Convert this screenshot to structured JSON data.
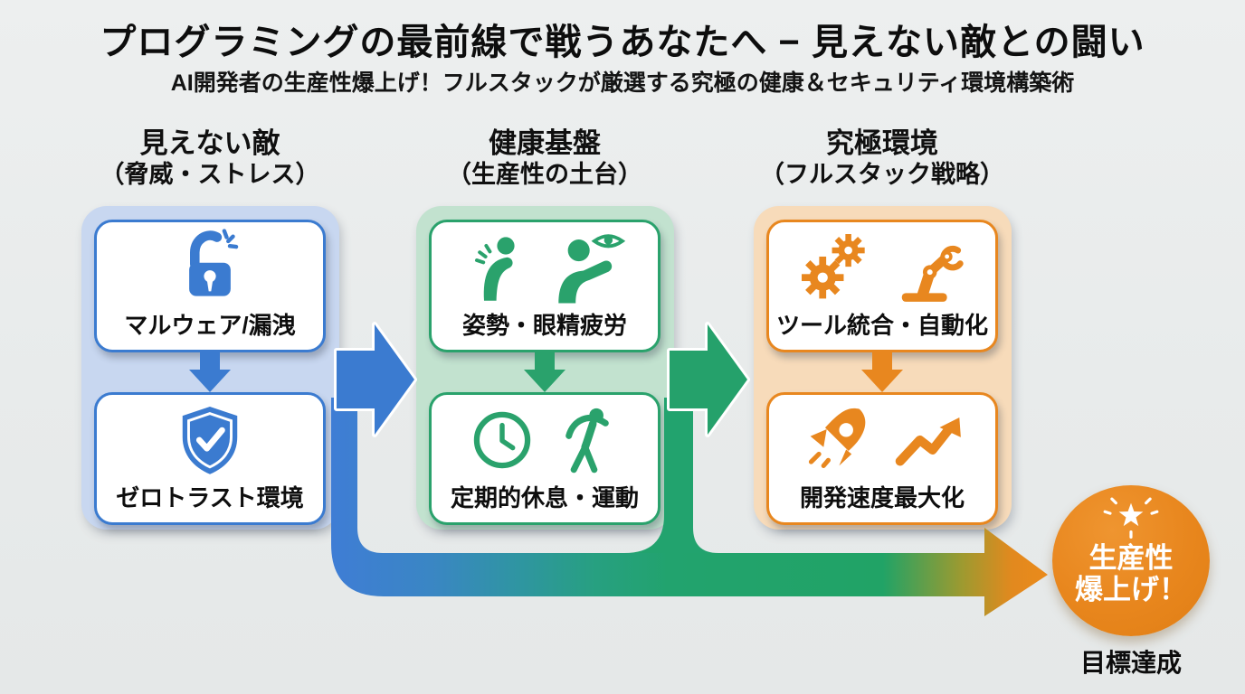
{
  "header": {
    "title": "プログラミングの最前線で戦うあなたへ − 見えない敵との闘い",
    "subtitle": "AI開発者の生産性爆上げ！フルスタックが厳選する究極の健康＆セキュリティ環境構築術"
  },
  "columns": [
    {
      "heading": "見えない敵",
      "subheading": "（脅威・ストレス）",
      "accent_color": "#3b7bd0",
      "panel_color": "#c8d7f0",
      "boxes": [
        {
          "label": "マルウェア/漏洩",
          "icon": "broken-lock-icon"
        },
        {
          "label": "ゼロトラスト環境",
          "icon": "shield-check-icon"
        }
      ]
    },
    {
      "heading": "健康基盤",
      "subheading": "（生産性の土台）",
      "accent_color": "#2aa26c",
      "panel_color": "#c2e2cf",
      "boxes": [
        {
          "label": "姿勢・眼精疲労",
          "icons": [
            "hunched-person-icon",
            "eye-strain-person-icon"
          ]
        },
        {
          "label": "定期的休息・運動",
          "icons": [
            "clock-icon",
            "stretching-person-icon"
          ]
        }
      ]
    },
    {
      "heading": "究極環境",
      "subheading": "（フルスタック戦略）",
      "accent_color": "#e8871f",
      "panel_color": "#f7dbba",
      "boxes": [
        {
          "label": "ツール統合・自動化",
          "icons": [
            "gears-icon",
            "robot-arm-icon"
          ]
        },
        {
          "label": "開発速度最大化",
          "icons": [
            "rocket-icon",
            "growth-arrow-icon"
          ]
        }
      ]
    }
  ],
  "goal": {
    "circle_line1": "生産性",
    "circle_line2": "爆上げ！",
    "caption": "目標達成",
    "circle_color": "#e8861d"
  },
  "flow": {
    "blue": "#3b7bd0",
    "green": "#22a36e",
    "orange": "#e8871f",
    "bottom_arrow_gradient": [
      "#3f7dd5",
      "#2f95a2",
      "#22a36e",
      "#21a366",
      "#ea8a1b"
    ]
  }
}
